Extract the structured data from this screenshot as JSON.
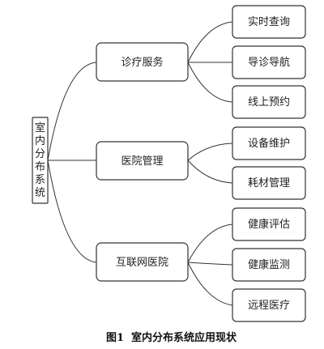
{
  "root": {
    "label": [
      "室",
      "内",
      "分",
      "布",
      "系",
      "统"
    ]
  },
  "branches": [
    {
      "label": "诊疗服务",
      "leaves": [
        "实时查询",
        "导诊导航",
        "线上预约"
      ]
    },
    {
      "label": "医院管理",
      "leaves": [
        "设备维护",
        "耗材管理"
      ]
    },
    {
      "label": "互联网医院",
      "leaves": [
        "健康评估",
        "健康监测",
        "远程医疗"
      ]
    }
  ],
  "caption": {
    "number": "图1",
    "text": "室内分布系统应用现状"
  }
}
